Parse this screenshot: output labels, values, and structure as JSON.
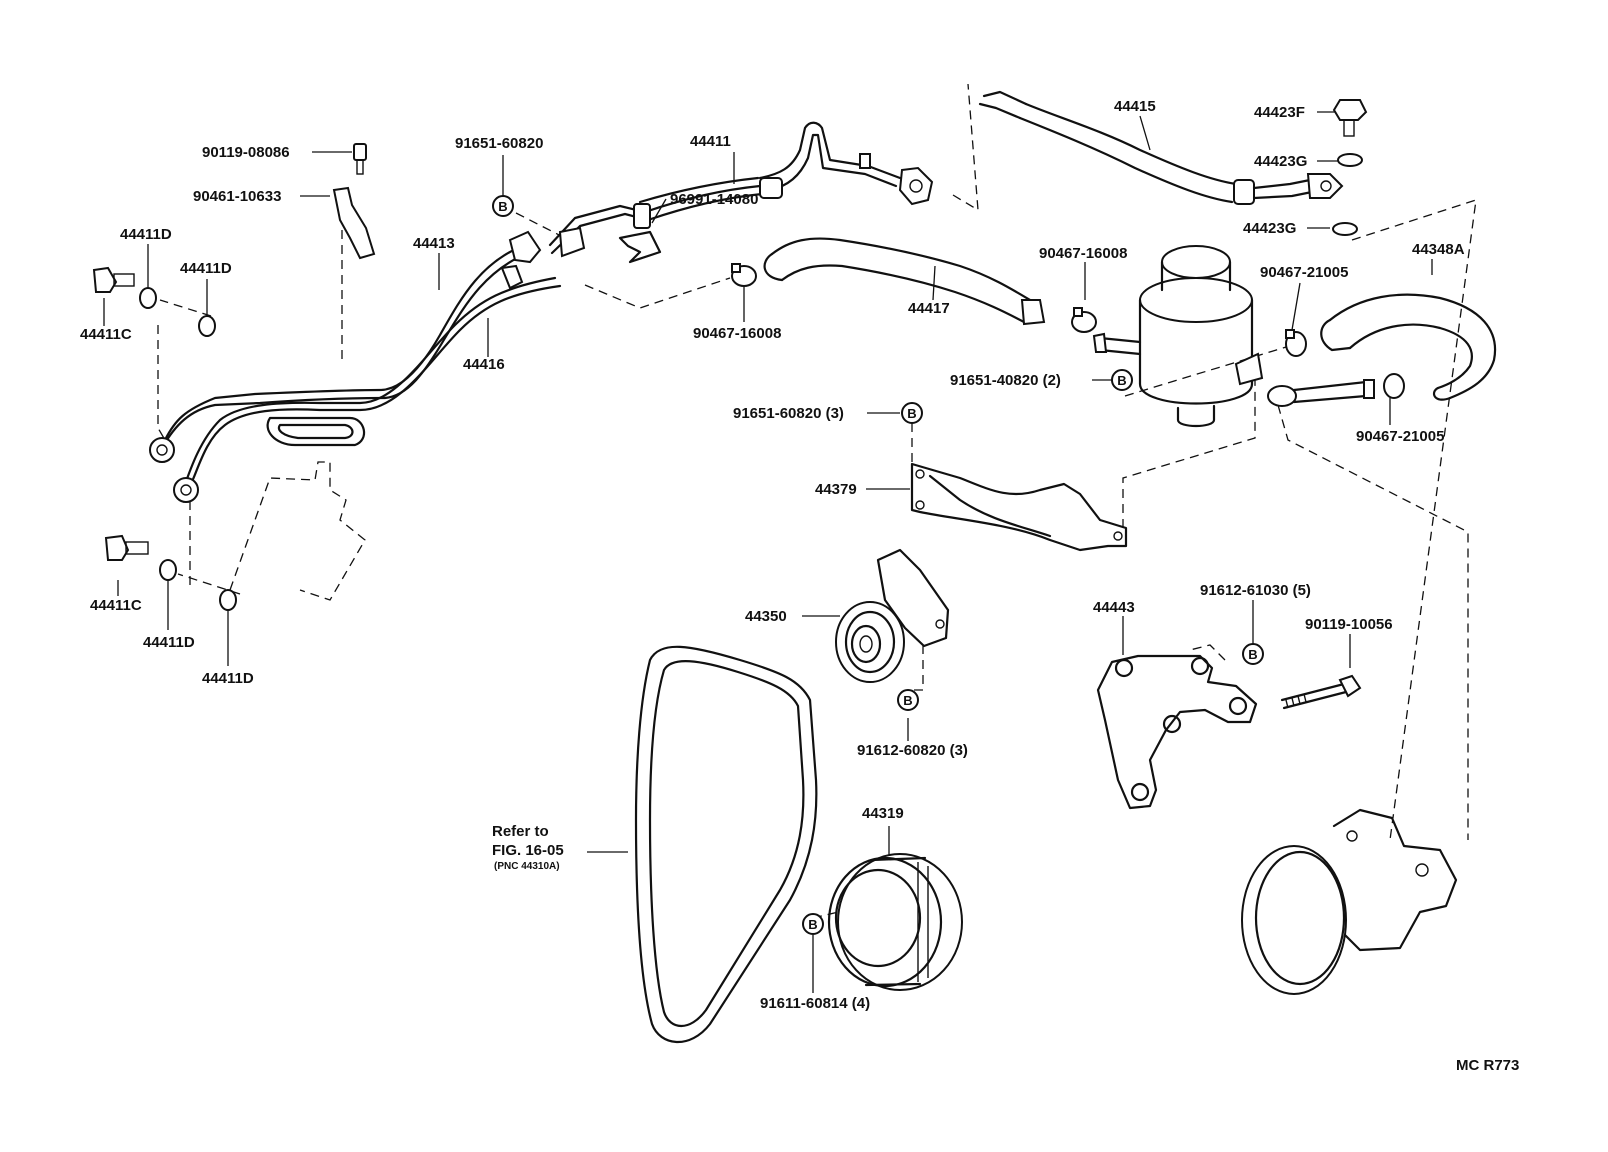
{
  "labels": {
    "p90119_08086": "90119-08086",
    "p90461_10633": "90461-10633",
    "p91651_60820_top": "91651-60820",
    "p44411": "44411",
    "p96991_14080": "96991-14080",
    "p44415": "44415",
    "p44423F": "44423F",
    "p44423G_a": "44423G",
    "p44423G_b": "44423G",
    "p44411D_a": "44411D",
    "p44411D_b": "44411D",
    "p44411C_a": "44411C",
    "p44413": "44413",
    "p44416": "44416",
    "p90467_16008_a": "90467-16008",
    "p90467_16008_b": "90467-16008",
    "p44417": "44417",
    "p90467_21005_a": "90467-21005",
    "p44348A": "44348A",
    "p91651_40820": "91651-40820 (2)",
    "p90467_21005_b": "90467-21005",
    "p91651_60820_3": "91651-60820 (3)",
    "p44379": "44379",
    "p44350": "44350",
    "p44443": "44443",
    "p91612_61030": "91612-61030 (5)",
    "p90119_10056": "90119-10056",
    "p44411C_b": "44411C",
    "p44411D_c": "44411D",
    "p44411D_d": "44411D",
    "p91612_60820": "91612-60820 (3)",
    "p44319": "44319",
    "refer_line1": "Refer to",
    "refer_line2": "FIG. 16-05",
    "refer_line3": "(PNC 44310A)",
    "p91611_60814": "91611-60814 (4)",
    "code": "MC R773"
  },
  "marker_letter": "B"
}
